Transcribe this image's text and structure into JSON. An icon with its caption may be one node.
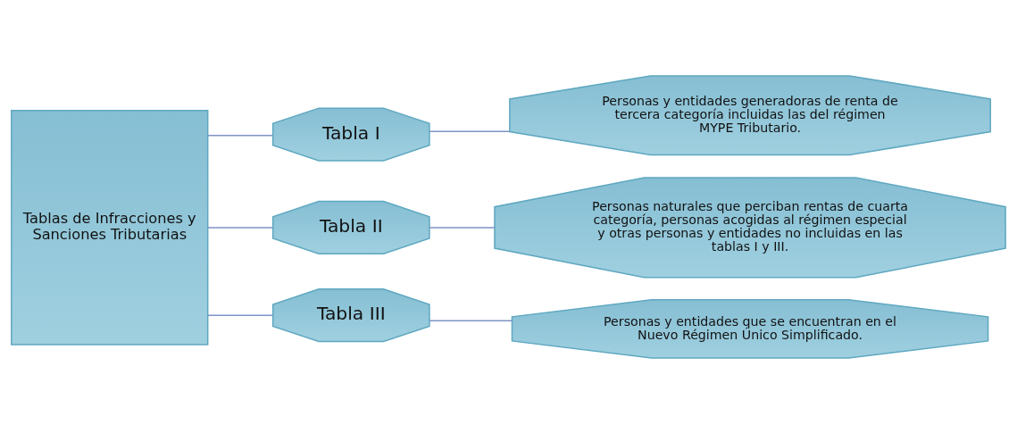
{
  "diagram": {
    "nodes": [
      {
        "text": [
          "Tablas de Infracciones y Sanciones Tributarias"
        ]
      },
      {
        "text": [
          "Tabla I"
        ]
      },
      {
        "text": [
          "Tabla II"
        ]
      },
      {
        "text": [
          "Tabla III"
        ]
      },
      {
        "text": [
          "Personas y entidades generadoras de renta de tercera categoría incluidas las del régimen MYPE Tributario."
        ]
      },
      {
        "text": [
          "Personas naturales que perciban rentas de cuarta categoría, personas acogidas al régimen especial y otras personas y entidades no incluidas en las tablas I y III."
        ]
      },
      {
        "text": [
          "Personas y entidades que se encuentran en el Nuevo Régimen Único Simplificado."
        ]
      }
    ],
    "edges": [
      {
        "from": 0,
        "to": 1,
        "arrow": "none"
      },
      {
        "from": 0,
        "to": 2,
        "arrow": "none"
      },
      {
        "from": 0,
        "to": 3,
        "arrow": "none"
      },
      {
        "from": 1,
        "to": 4,
        "arrow": "none"
      },
      {
        "from": 2,
        "to": 5,
        "arrow": "none"
      },
      {
        "from": 3,
        "to": 6,
        "arrow": "none"
      }
    ]
  }
}
